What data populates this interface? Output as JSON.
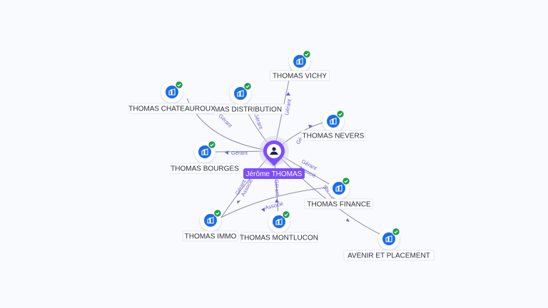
{
  "person": {
    "name": "Jérôme THOMAS",
    "icon": "person-icon",
    "color": "#7c4dff"
  },
  "companies": [
    {
      "id": "thomas-vichy",
      "name": "THOMAS VICHY",
      "role": "Gérant",
      "icon": "company-building-icon",
      "badge": "verified-check-icon"
    },
    {
      "id": "thomas-distribution",
      "name": "THOMAS DISTRIBUTION",
      "role": "Gérant",
      "icon": "company-building-icon",
      "badge": "verified-check-icon"
    },
    {
      "id": "thomas-chateauroux",
      "name": "THOMAS CHATEAUROUX",
      "role": "Gérant",
      "icon": "company-building-icon",
      "badge": "verified-check-icon"
    },
    {
      "id": "thomas-nevers",
      "name": "THOMAS NEVERS",
      "role": "Gé",
      "icon": "company-building-icon",
      "badge": "verified-check-icon"
    },
    {
      "id": "thomas-bourges",
      "name": "THOMAS BOURGES",
      "role": "Gérant",
      "icon": "company-building-icon",
      "badge": "verified-check-icon"
    },
    {
      "id": "thomas-finance",
      "name": "THOMAS FINANCE",
      "role": "Gérant",
      "role2": "Associé",
      "icon": "company-building-icon",
      "badge": "verified-check-icon"
    },
    {
      "id": "thomas-immo",
      "name": "THOMAS IMMO",
      "role": "Gérant",
      "role2": "Associé",
      "icon": "company-building-icon",
      "badge": "verified-check-icon"
    },
    {
      "id": "thomas-montlucon",
      "name": "THOMAS MONTLUCON",
      "role": "Gérant",
      "icon": "company-building-icon",
      "badge": "verified-check-icon"
    },
    {
      "id": "avenir-et-placement",
      "name": "AVENIR ET PLACEMENT",
      "role": "Société",
      "icon": "company-building-icon",
      "badge": "verified-check-icon"
    }
  ],
  "extra_edges": [
    {
      "from": "thomas-finance",
      "to": "thomas-immo",
      "role": "Associé"
    }
  ],
  "colors": {
    "company_icon": "#1a6ee8",
    "badge": "#1e9e4a",
    "edge_label": "#6b63d8",
    "center": "#7c4dff"
  }
}
